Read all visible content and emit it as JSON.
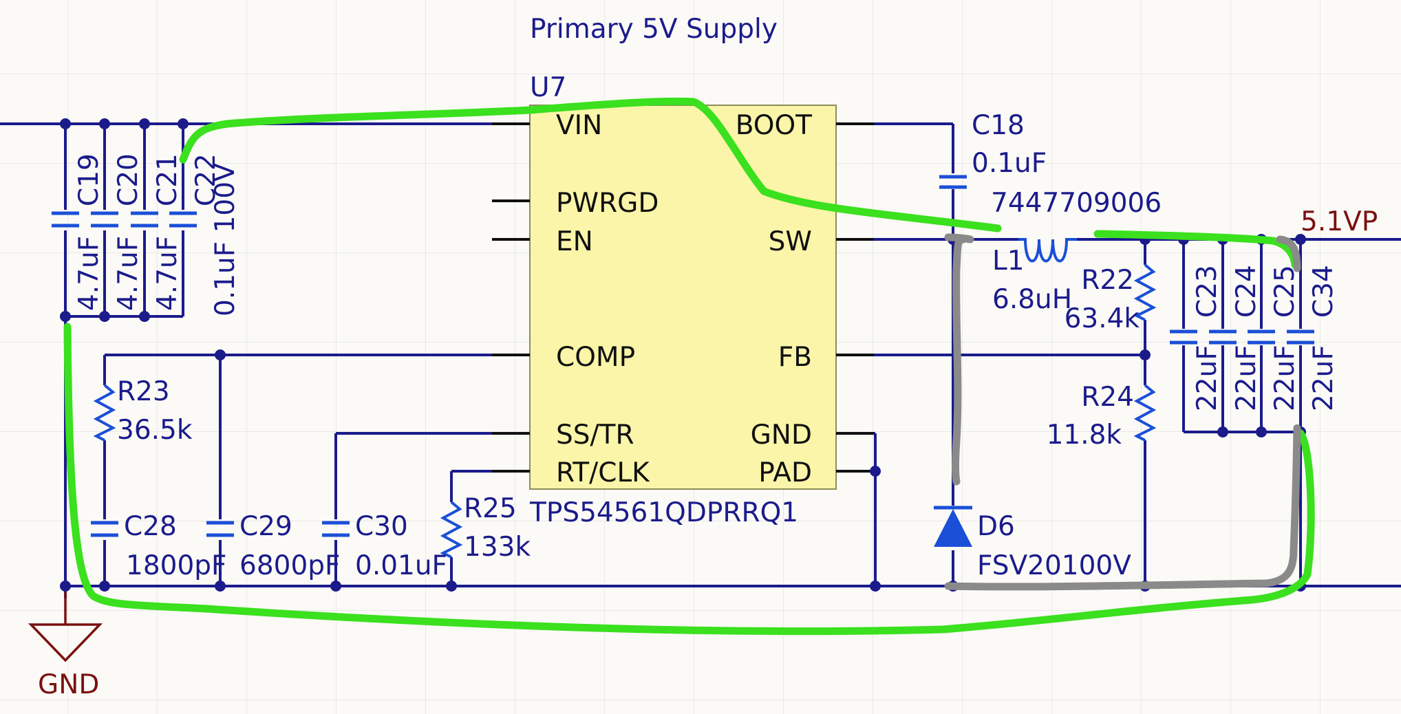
{
  "title": "Primary 5V Supply",
  "ic": {
    "ref": "U7",
    "part": "TPS54561QDPRRQ1",
    "pins_left": [
      "VIN",
      "PWRGD",
      "EN",
      "COMP",
      "SS/TR",
      "RT/CLK"
    ],
    "pins_right": [
      "BOOT",
      "SW",
      "FB",
      "GND",
      "PAD"
    ]
  },
  "input_caps": [
    {
      "ref": "C19",
      "value": "4.7uF"
    },
    {
      "ref": "C20",
      "value": "4.7uF"
    },
    {
      "ref": "C21",
      "value": "4.7uF"
    },
    {
      "ref": "C22",
      "value": "0.1uF 100V"
    }
  ],
  "comp_network": [
    {
      "ref": "R23",
      "value": "36.5k"
    },
    {
      "ref": "C28",
      "value": "1800pF"
    },
    {
      "ref": "C29",
      "value": "6800pF"
    },
    {
      "ref": "C30",
      "value": "0.01uF"
    },
    {
      "ref": "R25",
      "value": "133k"
    }
  ],
  "boot_cap": {
    "ref": "C18",
    "value": "0.1uF"
  },
  "inductor": {
    "part": "7447709006",
    "ref": "L1",
    "value": "6.8uH"
  },
  "feedback": [
    {
      "ref": "R22",
      "value": "63.4k"
    },
    {
      "ref": "R24",
      "value": "11.8k"
    }
  ],
  "output_caps": [
    {
      "ref": "C23",
      "value": "22uF"
    },
    {
      "ref": "C24",
      "value": "22uF"
    },
    {
      "ref": "C25",
      "value": "22uF"
    },
    {
      "ref": "C34",
      "value": "22uF"
    }
  ],
  "diode": {
    "ref": "D6",
    "value": "FSV20100V"
  },
  "net_output": "5.1VP",
  "net_ground": "GND",
  "colors": {
    "background": "#FBFAF6",
    "grid": "#E2E2E2",
    "wire": "#1B1B8C",
    "ic_body": "#FAF5A8",
    "net_label": "#7A1010",
    "annotation_green": "#3BE01E",
    "annotation_gray": "#8A8A8A"
  }
}
